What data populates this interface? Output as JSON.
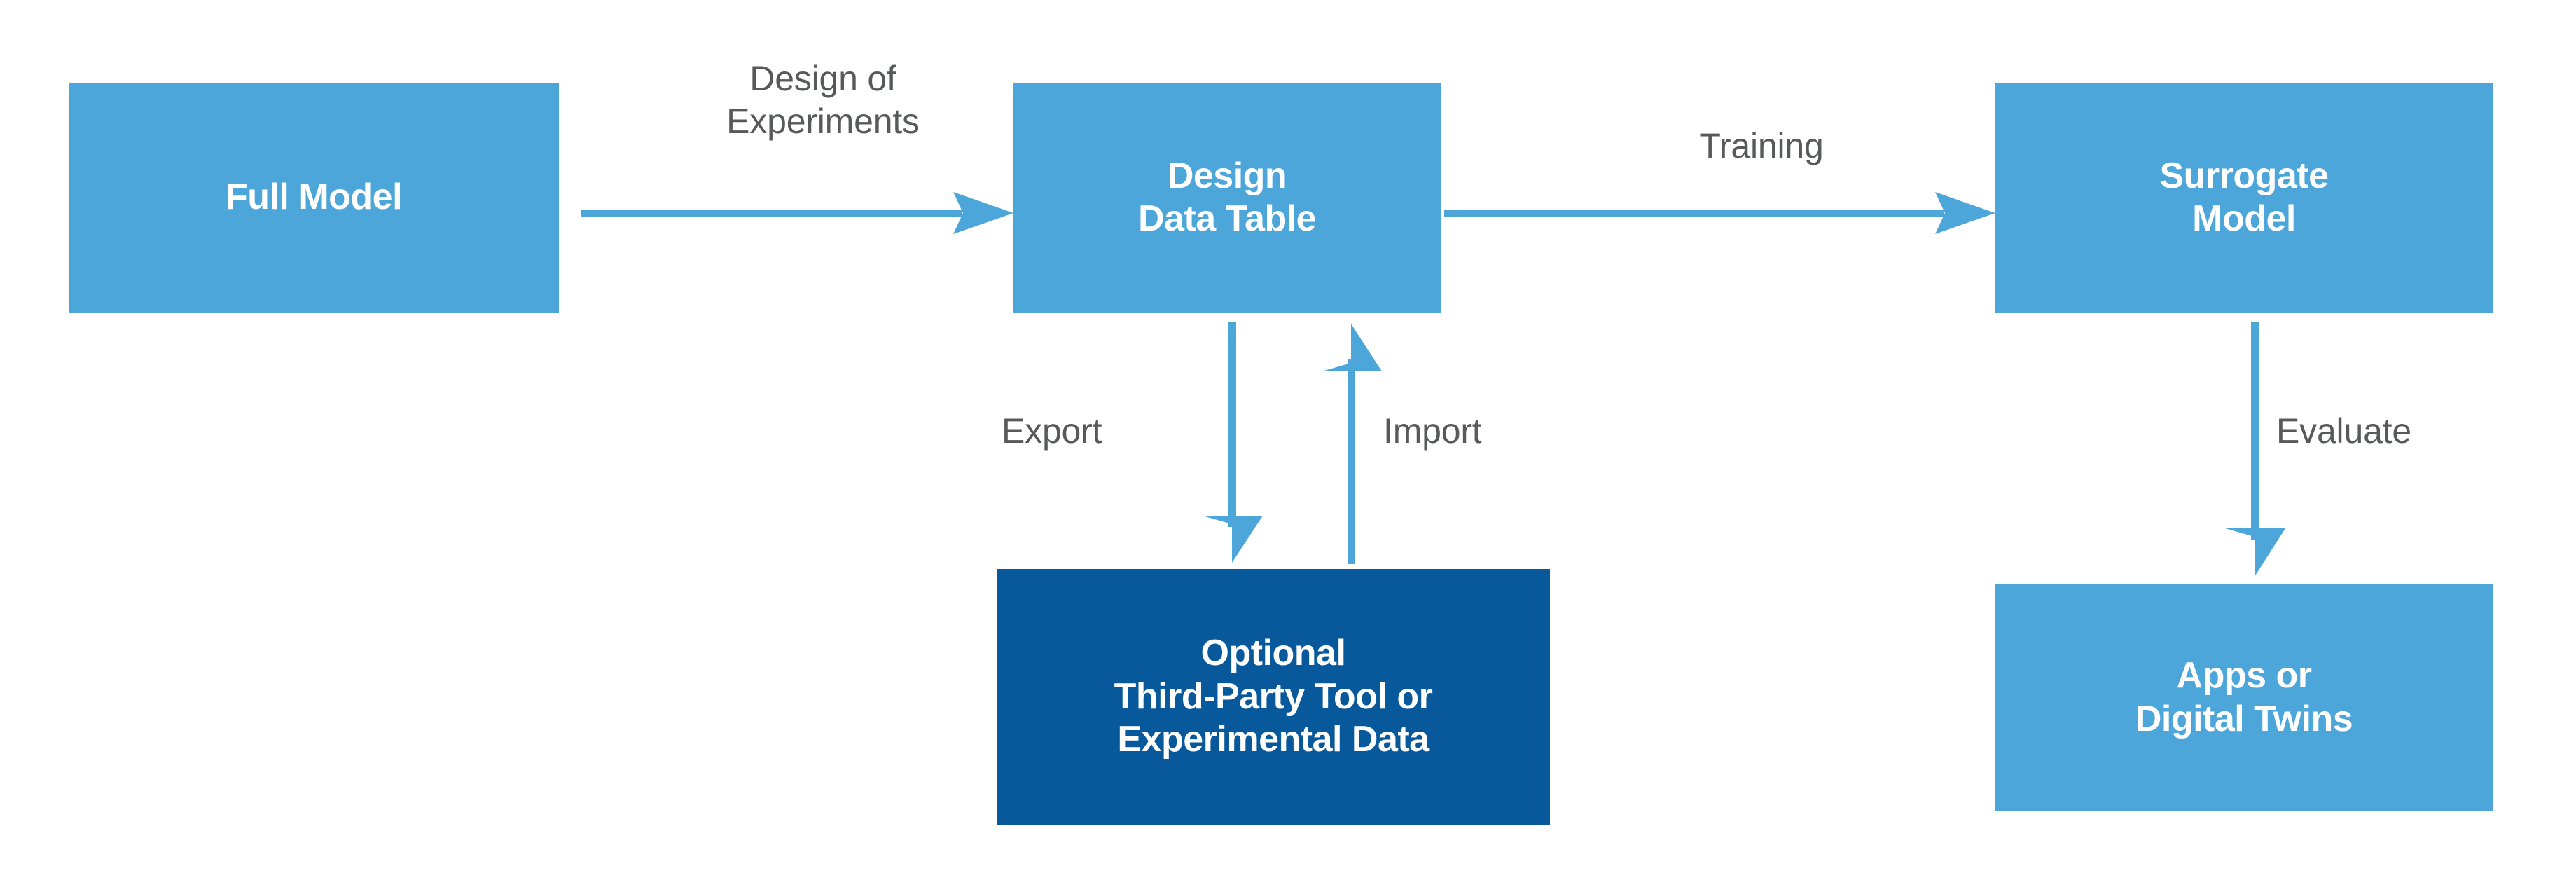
{
  "diagram": {
    "title_text_color": "#58595B",
    "accent_light_blue": "#4CA6D9",
    "accent_dark_blue": "#08599B",
    "background": "#FFFFFF",
    "nodes": [
      {
        "id": "full-model",
        "label": "Full Model",
        "fill": "#4CA6D9",
        "text_color": "#FFFFFF"
      },
      {
        "id": "design-table",
        "label": "Design\nData Table",
        "fill": "#4CA6D9",
        "text_color": "#FFFFFF"
      },
      {
        "id": "surrogate-model",
        "label": "Surrogate\nModel",
        "fill": "#4CA6D9",
        "text_color": "#FFFFFF"
      },
      {
        "id": "optional-tool",
        "label": "Optional\nThird-Party Tool or\nExperimental Data",
        "fill": "#08599B",
        "text_color": "#FFFFFF"
      },
      {
        "id": "apps-twins",
        "label": "Apps or\nDigital Twins",
        "fill": "#4CA6D9",
        "text_color": "#FFFFFF"
      }
    ],
    "edges": [
      {
        "id": "doe",
        "label": "Design of\nExperiments",
        "from": "full-model",
        "to": "design-table",
        "direction": "right",
        "color": "#4CA6D9"
      },
      {
        "id": "training",
        "label": "Training",
        "from": "design-table",
        "to": "surrogate-model",
        "direction": "right",
        "color": "#4CA6D9"
      },
      {
        "id": "export",
        "label": "Export",
        "from": "design-table",
        "to": "optional-tool",
        "direction": "down",
        "color": "#4CA6D9"
      },
      {
        "id": "import",
        "label": "Import",
        "from": "optional-tool",
        "to": "design-table",
        "direction": "up",
        "color": "#4CA6D9"
      },
      {
        "id": "evaluate",
        "label": "Evaluate",
        "from": "surrogate-model",
        "to": "apps-twins",
        "direction": "down",
        "color": "#4CA6D9"
      }
    ]
  }
}
